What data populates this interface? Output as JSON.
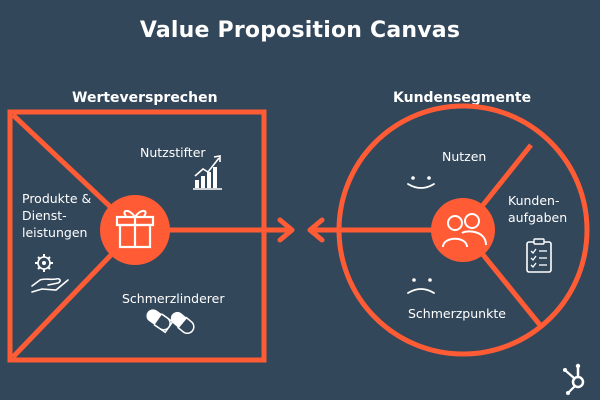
{
  "title": "Value Proposition Canvas",
  "value_proposition": {
    "heading": "Werteversprechen",
    "gain_creators": "Nutzstifter",
    "products_services_line1": "Produkte &",
    "products_services_line2": "Dienst-",
    "products_services_line3": "leistungen",
    "pain_relievers": "Schmerzlinderer"
  },
  "customer_segments": {
    "heading": "Kundensegmente",
    "gains": "Nutzen",
    "jobs_line1": "Kunden-",
    "jobs_line2": "aufgaben",
    "pains": "Schmerzpunkte"
  },
  "colors": {
    "background": "#33475b",
    "accent": "#ff5c35",
    "text": "#ffffff"
  },
  "icons": [
    "gift-icon",
    "growth-chart-icon",
    "gear-hand-icon",
    "pills-icon",
    "happy-face-icon",
    "sad-face-icon",
    "customers-icon",
    "clipboard-checklist-icon",
    "hubspot-logo-icon"
  ]
}
